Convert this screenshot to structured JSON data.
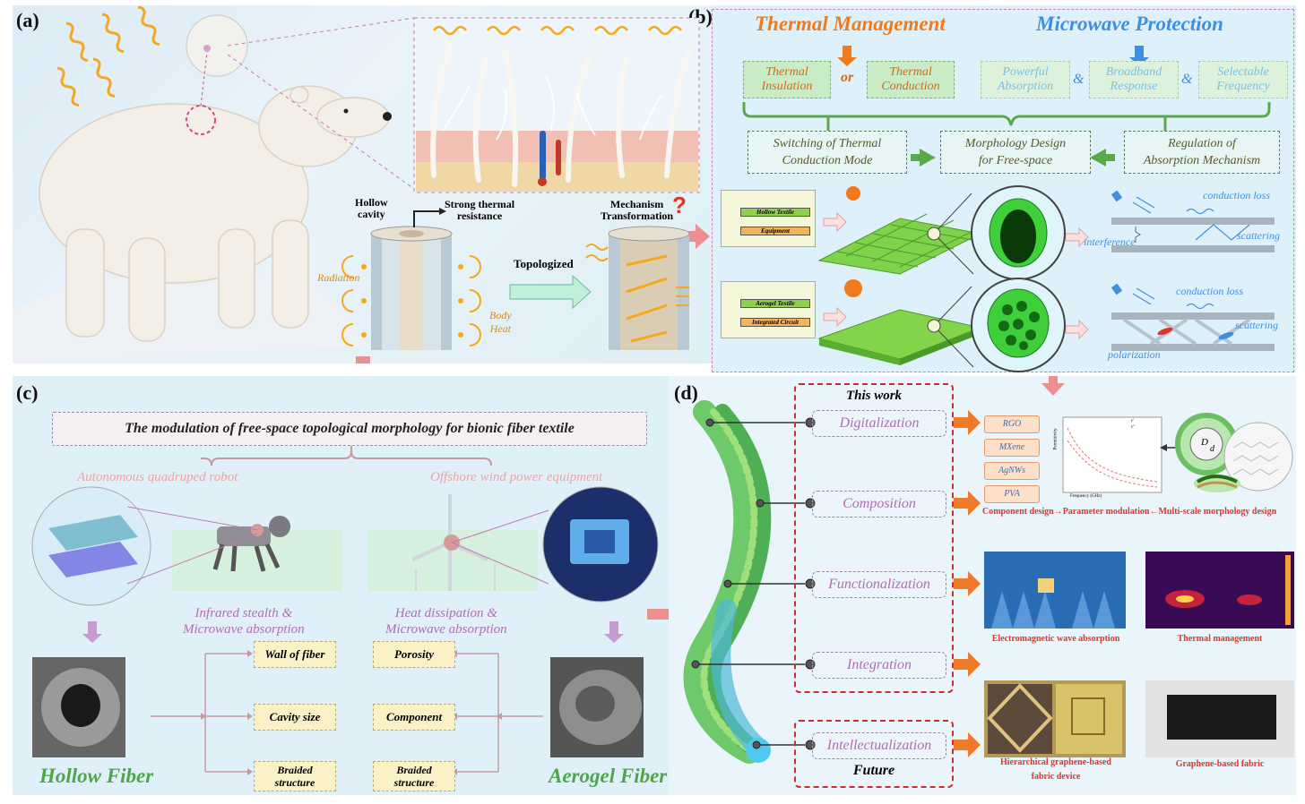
{
  "panel_labels": {
    "a": "(a)",
    "b": "(b)",
    "c": "(c)",
    "d": "(d)"
  },
  "panel_a": {
    "hollow_cavity": "Hollow\ncavity",
    "strong_thermal_resistance": "Strong thermal\nresistance",
    "mechanism_transformation": "Mechanism\nTransformation",
    "topologized": "Topologized",
    "radiation": "Radiation",
    "body_heat": "Body\nHeat"
  },
  "panel_b": {
    "thermal_management": "Thermal Management",
    "microwave_protection": "Microwave Protection",
    "or": "or",
    "amp": "&",
    "thermal_insulation": "Thermal\nInsulation",
    "thermal_conduction": "Thermal\nConduction",
    "powerful_absorption": "Powerful\nAbsorption",
    "broadband_response": "Broadband\nResponse",
    "selectable_frequency": "Selectable\nFrequency",
    "switching": "Switching of Thermal\nConduction Mode",
    "morphology": "Morphology Design\nfor Free-space",
    "regulation": "Regulation of\nAbsorption Mechanism",
    "hollow_textile": "Hollow Textile",
    "equipment": "Equipment",
    "aerogel_textile": "Aerogel Textile",
    "integrated_circuit": "Integrated Circuit",
    "conduction_loss_1": "conduction loss",
    "scattering_1": "scattering",
    "interference": "interference",
    "conduction_loss_2": "conduction loss",
    "scattering_2": "scattering",
    "polarization": "polarization"
  },
  "panel_c": {
    "banner": "The modulation of free-space topological morphology for bionic fiber textile",
    "robot": "Autonomous quadruped robot",
    "wind": "Offshore wind power equipment",
    "infrared": "Infrared stealth &\nMicrowave absorption",
    "heat_dissipation": "Heat dissipation &\nMicrowave absorption",
    "wall_of_fiber": "Wall of fiber",
    "cavity_size": "Cavity size",
    "braided_1": "Braided\nstructure",
    "porosity": "Porosity",
    "component": "Component",
    "braided_2": "Braided\nstructure",
    "hollow_fiber": "Hollow Fiber",
    "aerogel_fiber": "Aerogel Fiber"
  },
  "panel_d": {
    "this_work": "This work",
    "future": "Future",
    "digitalization": "Digitalization",
    "composition": "Composition",
    "functionalization": "Functionalization",
    "integration": "Integration",
    "intellectualization": "Intellectualization",
    "materials": [
      "RGO",
      "MXene",
      "AgNWs",
      "PVA"
    ],
    "component_design": "Component design→Parameter modulation←Multi-scale morphology design",
    "em_absorption": "Electromagnetic wave absorption",
    "thermal_mgmt": "Thermal management",
    "hierarchical": "Hierarchical graphene-based\nfabric device",
    "graphene_fabric": "Graphene-based fabric",
    "chart_xlabel": "Frequency (GHz)",
    "chart_ylabel": "Permittivity",
    "chart_legend": [
      "ε'",
      "ε''"
    ],
    "d_symbol": "D",
    "d_small": "d"
  },
  "colors": {
    "orange_title": "#f07a1c",
    "blue_title": "#3f8fe0",
    "green_text": "#d26a1a",
    "purple_text": "#b06fb0",
    "green_fiber": "#4fa64a",
    "red": "#e0342b"
  }
}
